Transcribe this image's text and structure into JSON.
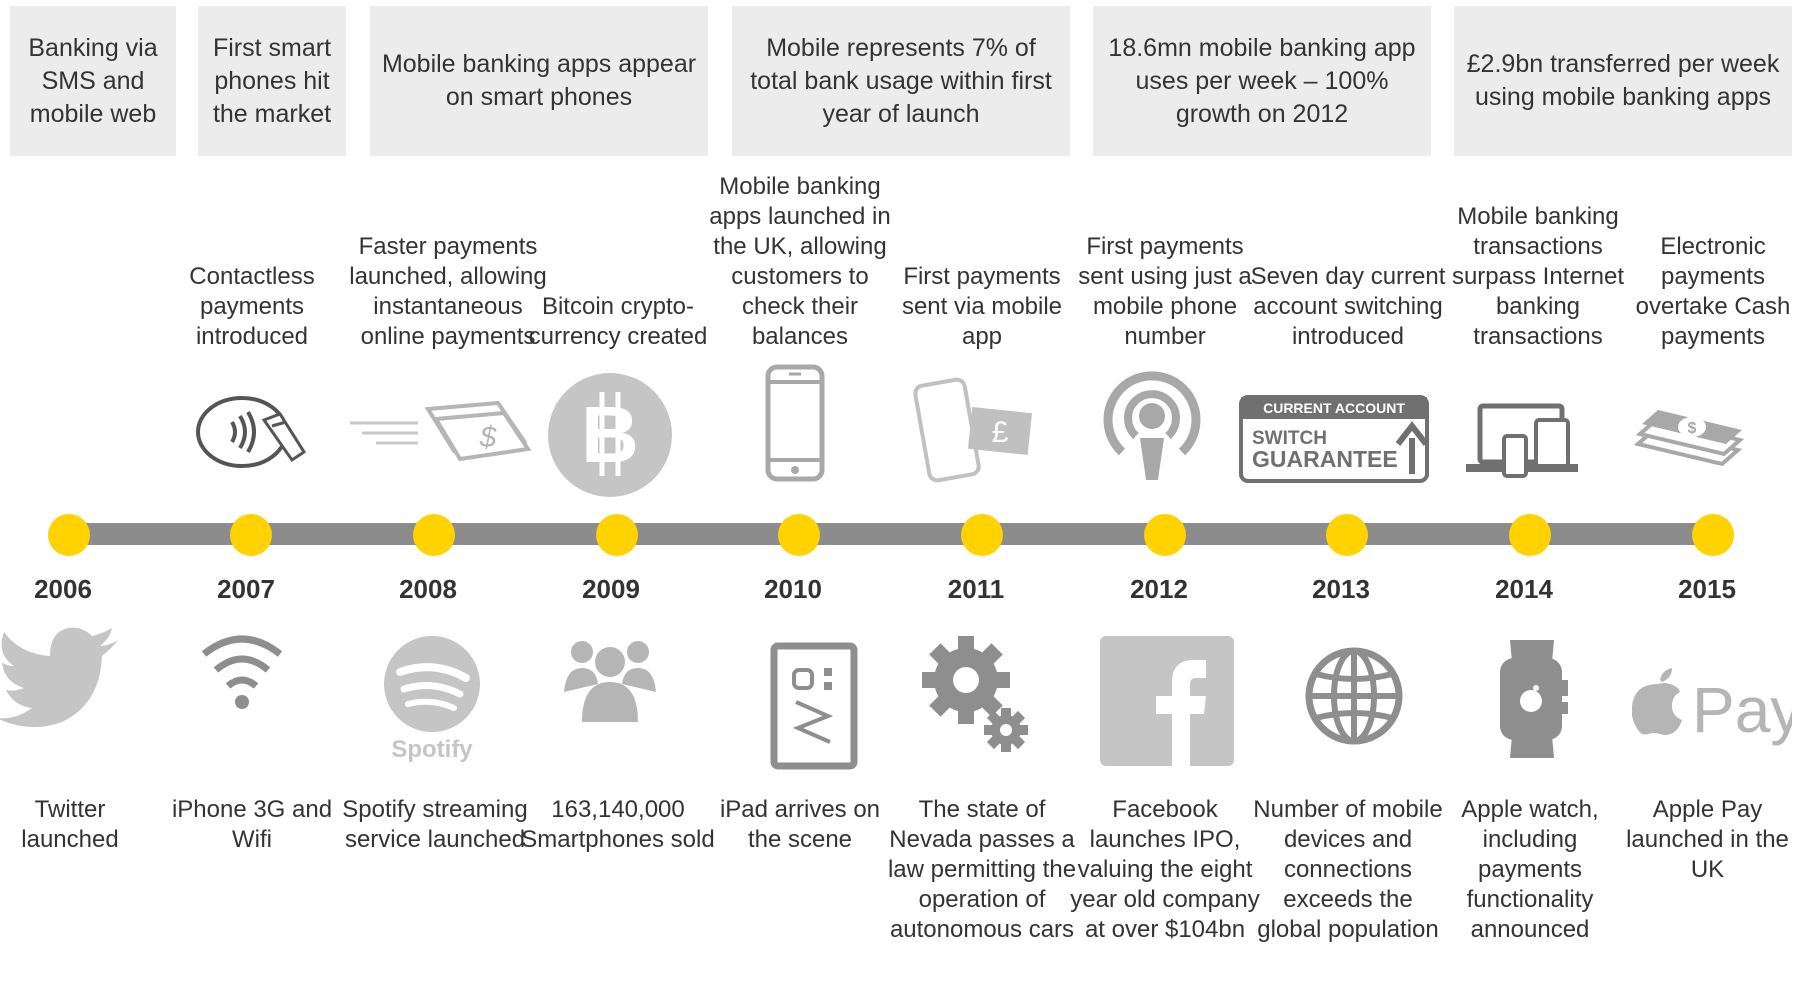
{
  "headers": [
    "Banking via SMS and mobile web",
    "First smart phones hit the market",
    "Mobile banking apps appear on smart phones",
    "Mobile represents 7% of total bank usage within first year of launch",
    "18.6mn mobile banking app uses per week – 100% growth on 2012",
    "£2.9bn transferred per week using mobile banking apps"
  ],
  "years": [
    "2006",
    "2007",
    "2008",
    "2009",
    "2010",
    "2011",
    "2012",
    "2013",
    "2014",
    "2015"
  ],
  "banking_events": [
    "",
    "Contactless payments introduced",
    "Faster payments launched, allowing instantaneous online payments",
    "Bitcoin crypto-currency created",
    "Mobile banking apps launched in the UK, allowing customers to check their balances",
    "First payments sent via mobile app",
    "First payments sent using just a mobile phone number",
    "Seven day current account switching introduced",
    "Mobile banking transactions surpass Internet banking transactions",
    "Electronic payments overtake Cash payments"
  ],
  "tech_events": [
    "Twitter launched",
    "iPhone 3G and Wifi",
    "Spotify streaming service launched",
    "163,140,000 Smartphones sold",
    "iPad arrives on the scene",
    "The state of Nevada passes a law permitting the operation of autonomous cars",
    "Facebook launches IPO, valuing the eight year old company at over $104bn",
    "Number of mobile devices and connections exceeds the global population",
    "Apple watch, including payments functionality announced",
    "Apple Pay launched in the UK"
  ],
  "icon_labels": {
    "switch_top": "CURRENT ACCOUNT",
    "switch_line1": "SWITCH",
    "switch_line2": "GUARANTEE",
    "spotify": "Spotify",
    "apple_pay": "Pay",
    "pound": "£",
    "dollar": "$"
  },
  "colors": {
    "accent_dot": "#ffd200",
    "timeline": "#8c8c8c",
    "header_bg": "#ececec",
    "icon_gray": "#b5b5b5",
    "icon_dark": "#707070"
  },
  "icons": {
    "top": [
      "",
      "contactless-icon",
      "faster-payments-icon",
      "bitcoin-icon",
      "smartphone-icon",
      "mobile-pound-icon",
      "podcast-icon",
      "switch-guarantee-icon",
      "devices-icon",
      "cash-icon"
    ],
    "bottom": [
      "twitter-icon",
      "wifi-icon",
      "spotify-icon",
      "people-icon",
      "ipad-icon",
      "gears-icon",
      "facebook-icon",
      "globe-icon",
      "apple-watch-icon",
      "apple-pay-icon"
    ]
  }
}
